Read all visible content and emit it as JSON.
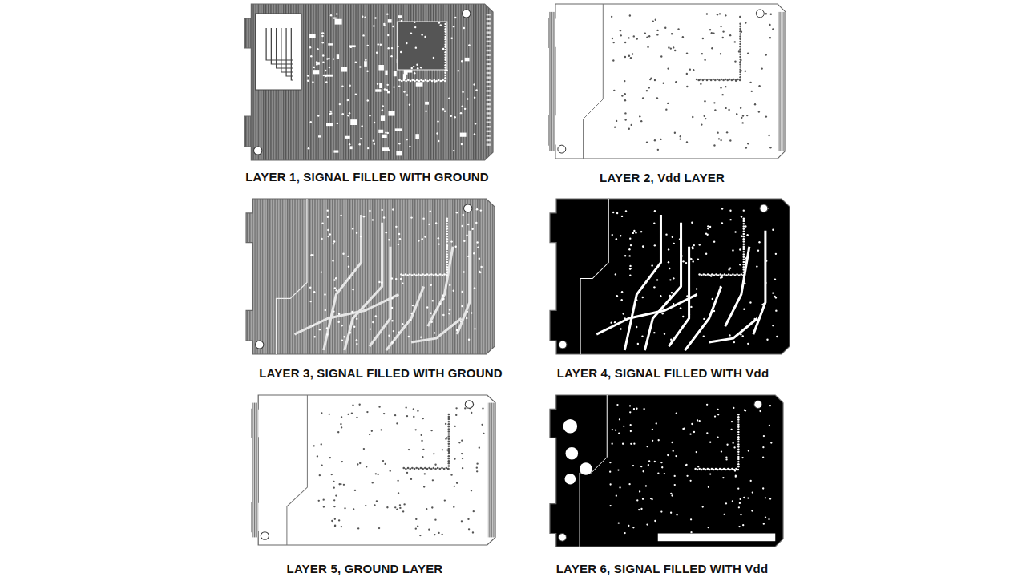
{
  "diagram": {
    "labels": [
      "LAYER 1, SIGNAL FILLED WITH GROUND",
      "LAYER 2, Vdd LAYER",
      "LAYER 3, SIGNAL FILLED WITH GROUND",
      "LAYER 4, SIGNAL FILLED WITH Vdd",
      "LAYER 5, GROUND LAYER",
      "LAYER 6, SIGNAL FILLED WITH Vdd"
    ]
  }
}
